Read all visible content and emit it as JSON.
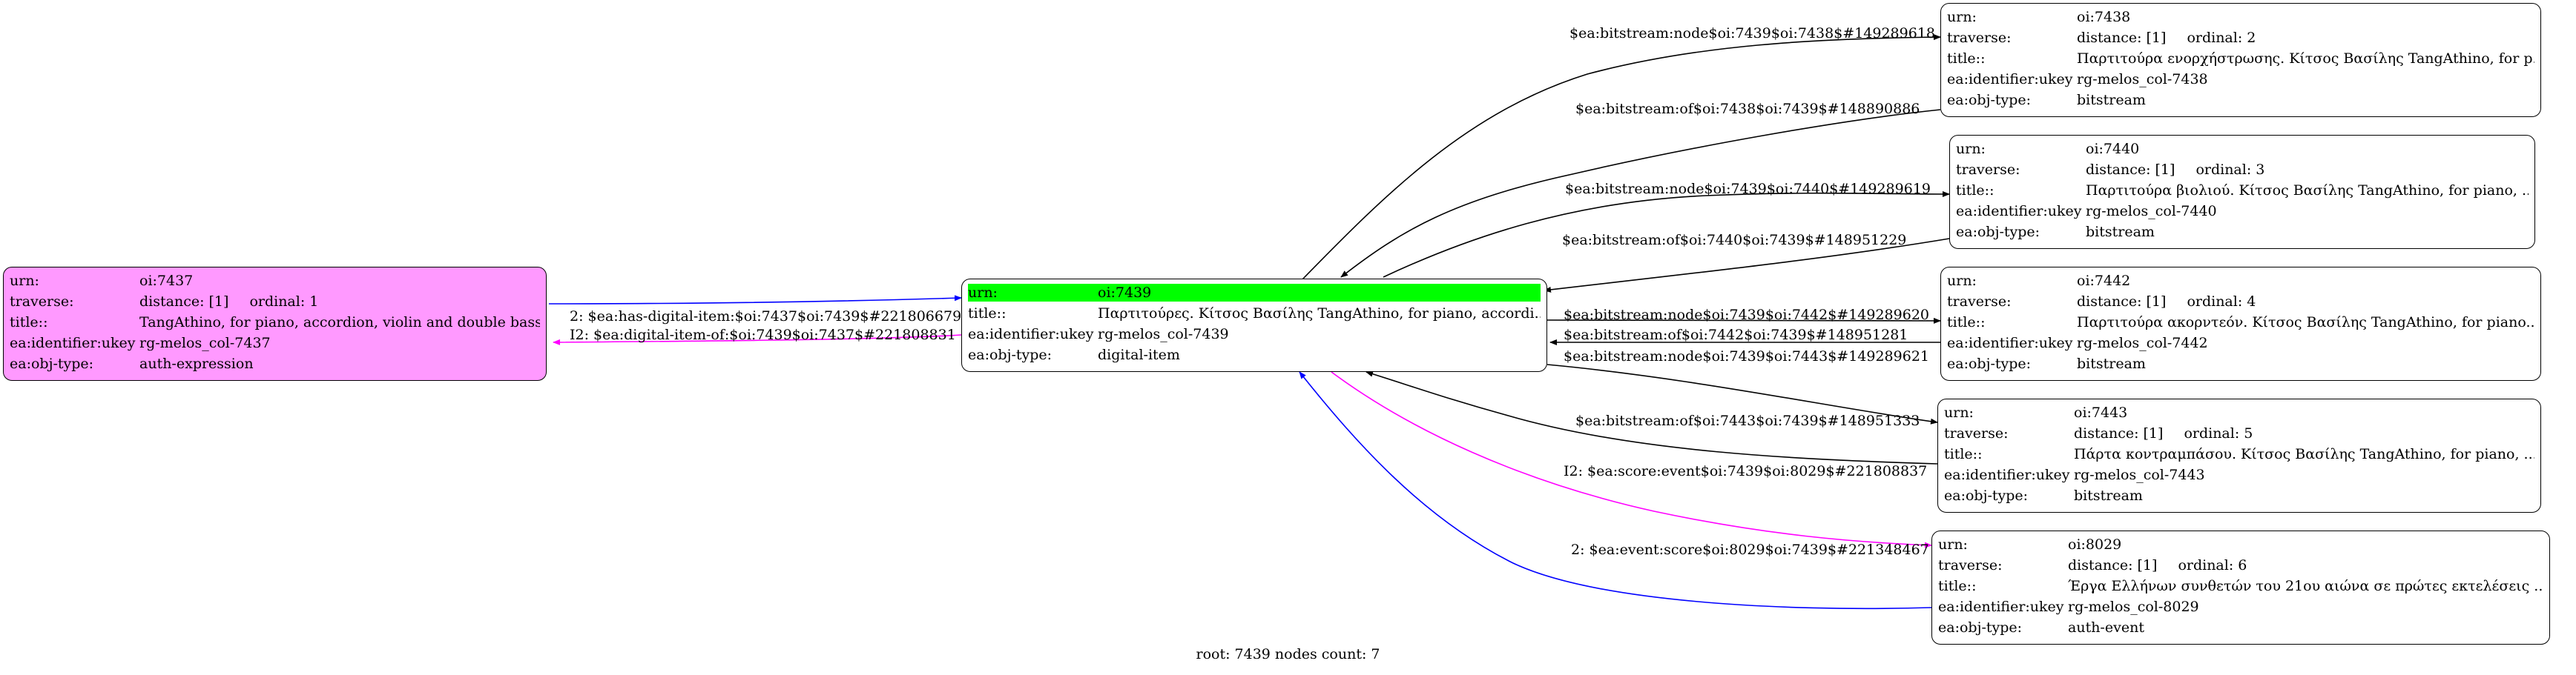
{
  "nodes": {
    "n7437": {
      "urn_key": "urn:",
      "urn": "oi:7437",
      "traverse_key": "traverse:",
      "distance": "distance: [1]",
      "ordinal": "ordinal: 1",
      "title_key": "title::",
      "title": "TangAthino, for piano, accordion, violin and double bass",
      "ukey_key": "ea:identifier:ukey",
      "ukey": "rg-melos_col-7437",
      "type_key": "ea:obj-type:",
      "type": "auth-expression"
    },
    "n7439": {
      "urn_key": "urn:",
      "urn": "oi:7439",
      "title_key": "title::",
      "title": "Παρτιτούρες. Κίτσος Βασίλης TangAthino, for piano, accordi...",
      "ukey_key": "ea:identifier:ukey",
      "ukey": "rg-melos_col-7439",
      "type_key": "ea:obj-type:",
      "type": "digital-item"
    },
    "n7438": {
      "urn_key": "urn:",
      "urn": "oi:7438",
      "traverse_key": "traverse:",
      "distance": "distance: [1]",
      "ordinal": "ordinal: 2",
      "title_key": "title::",
      "title": "Παρτιτούρα ενορχήστρωσης. Κίτσος Βασίλης TangAthino, for p...",
      "ukey_key": "ea:identifier:ukey",
      "ukey": "rg-melos_col-7438",
      "type_key": "ea:obj-type:",
      "type": "bitstream"
    },
    "n7440": {
      "urn_key": "urn:",
      "urn": "oi:7440",
      "traverse_key": "traverse:",
      "distance": "distance: [1]",
      "ordinal": "ordinal: 3",
      "title_key": "title::",
      "title": "Παρτιτούρα βιολιού. Κίτσος Βασίλης TangAthino, for piano, ...",
      "ukey_key": "ea:identifier:ukey",
      "ukey": "rg-melos_col-7440",
      "type_key": "ea:obj-type:",
      "type": "bitstream"
    },
    "n7442": {
      "urn_key": "urn:",
      "urn": "oi:7442",
      "traverse_key": "traverse:",
      "distance": "distance: [1]",
      "ordinal": "ordinal: 4",
      "title_key": "title::",
      "title": "Παρτιτούρα ακορντεόν. Κίτσος Βασίλης TangAthino, for piano...",
      "ukey_key": "ea:identifier:ukey",
      "ukey": "rg-melos_col-7442",
      "type_key": "ea:obj-type:",
      "type": "bitstream"
    },
    "n7443": {
      "urn_key": "urn:",
      "urn": "oi:7443",
      "traverse_key": "traverse:",
      "distance": "distance: [1]",
      "ordinal": "ordinal: 5",
      "title_key": "title::",
      "title": "Πάρτα κοντραμπάσου. Κίτσος Βασίλης TangAthino, for piano, ...",
      "ukey_key": "ea:identifier:ukey",
      "ukey": "rg-melos_col-7443",
      "type_key": "ea:obj-type:",
      "type": "bitstream"
    },
    "n8029": {
      "urn_key": "urn:",
      "urn": "oi:8029",
      "traverse_key": "traverse:",
      "distance": "distance: [1]",
      "ordinal": "ordinal: 6",
      "title_key": "title::",
      "title": "Έργα Ελλήνων συνθετών του 21ου αιώνα σε πρώτες εκτελέσεις ...",
      "ukey_key": "ea:identifier:ukey",
      "ukey": "rg-melos_col-8029",
      "type_key": "ea:obj-type:",
      "type": "auth-event"
    }
  },
  "edges": {
    "e1": "2: $ea:has-digital-item:$oi:7437$oi:7439$#221806679",
    "e2": "I2: $ea:digital-item-of:$oi:7439$oi:7437$#221808831",
    "e3": "$ea:bitstream:node$oi:7439$oi:7438$#149289618",
    "e4": "$ea:bitstream:of$oi:7438$oi:7439$#148890886",
    "e5": "$ea:bitstream:node$oi:7439$oi:7440$#149289619",
    "e6": "$ea:bitstream:of$oi:7440$oi:7439$#148951229",
    "e7": "$ea:bitstream:node$oi:7439$oi:7442$#149289620",
    "e8": "$ea:bitstream:of$oi:7442$oi:7439$#148951281",
    "e9": "$ea:bitstream:node$oi:7439$oi:7443$#149289621",
    "e10": "$ea:bitstream:of$oi:7443$oi:7439$#148951333",
    "e11": "I2: $ea:score:event$oi:7439$oi:8029$#221808837",
    "e12": "2: $ea:event:score$oi:8029$oi:7439$#221348467"
  },
  "colors": {
    "root_node_fill": "#ff99ff",
    "urn_highlight": "#00ff00",
    "edge_default": "#000000",
    "edge_has_digital_item": "#0000ff",
    "edge_magenta": "#ff00ff"
  },
  "footer": "root: 7439 nodes count: 7"
}
